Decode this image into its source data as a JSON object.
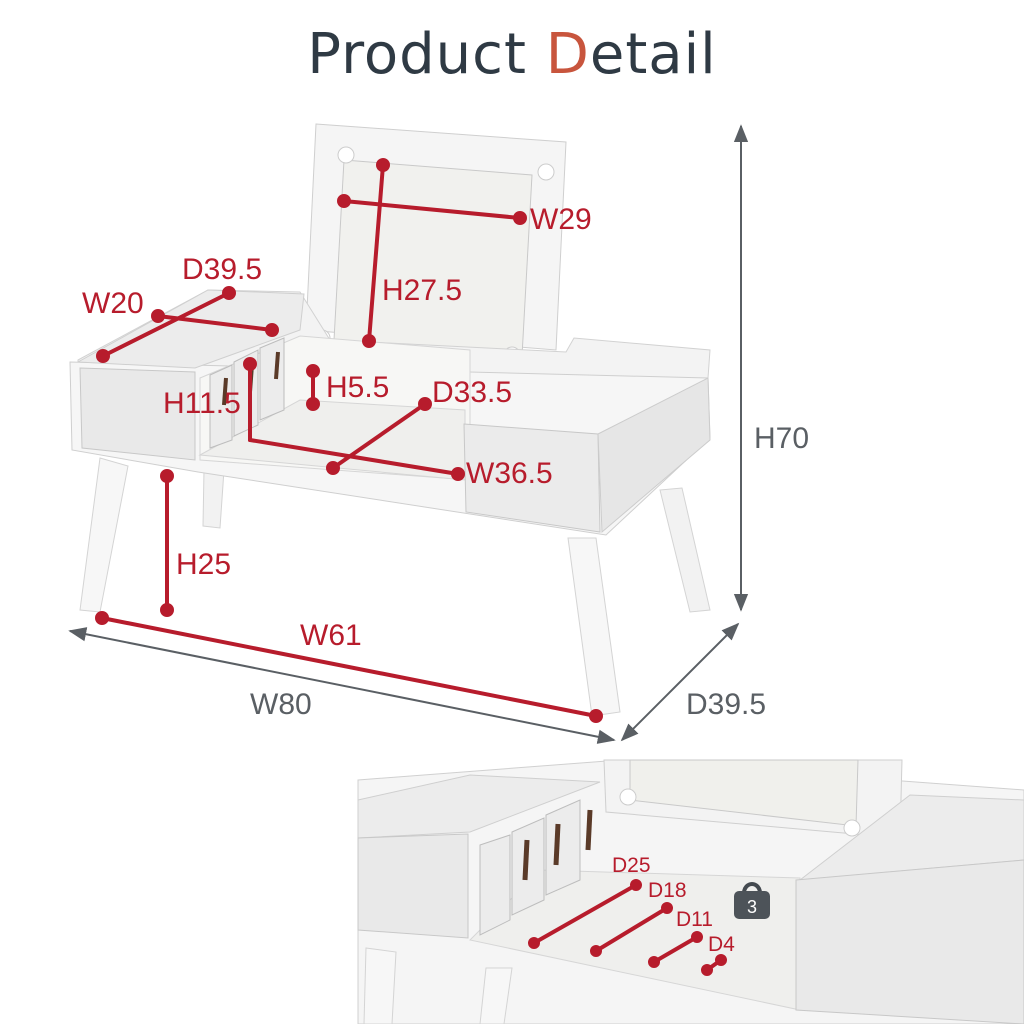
{
  "title": {
    "part1": "Product ",
    "accent": "D",
    "part2": "etail"
  },
  "colors": {
    "accent": "#c8553d",
    "dimension_red": "#b71c2c",
    "overall_gray": "#5a5f64",
    "title": "#2f3a44"
  },
  "dimensions": {
    "mirror_width": "W29",
    "mirror_height": "H27.5",
    "left_box_depth": "D39.5",
    "left_box_width": "W20",
    "divider_height": "H11.5",
    "step_height": "H5.5",
    "center_depth": "D33.5",
    "center_width": "W36.5",
    "leg_clearance": "H25",
    "inner_leg_width": "W61",
    "overall_height": "H70",
    "overall_width": "W80",
    "overall_depth": "D39.5"
  },
  "detail_view": {
    "depths": [
      "D25",
      "D18",
      "D11",
      "D4"
    ],
    "lock_number": "3",
    "icon": "lock-icon"
  }
}
